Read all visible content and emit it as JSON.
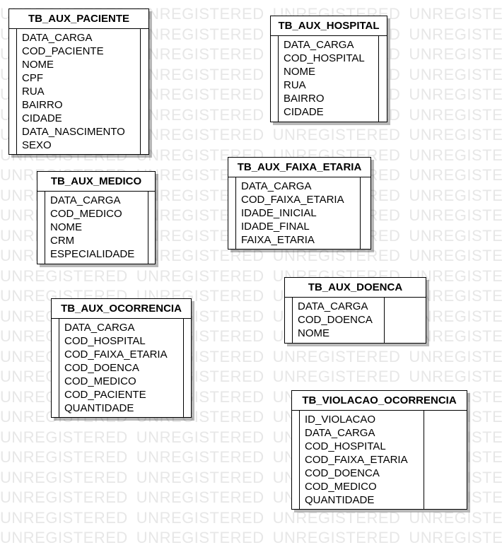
{
  "watermark_text": "UNREGISTERED",
  "tables": [
    {
      "id": "tb-aux-paciente",
      "name": "TB_AUX_PACIENTE",
      "fields": [
        "DATA_CARGA",
        "COD_PACIENTE",
        "NOME",
        "CPF",
        "RUA",
        "BAIRRO",
        "CIDADE",
        "DATA_NASCIMENTO",
        "SEXO"
      ]
    },
    {
      "id": "tb-aux-hospital",
      "name": "TB_AUX_HOSPITAL",
      "fields": [
        "DATA_CARGA",
        "COD_HOSPITAL",
        "NOME",
        "RUA",
        "BAIRRO",
        "CIDADE"
      ]
    },
    {
      "id": "tb-aux-medico",
      "name": "TB_AUX_MEDICO",
      "fields": [
        "DATA_CARGA",
        "COD_MEDICO",
        "NOME",
        "CRM",
        "ESPECIALIDADE"
      ]
    },
    {
      "id": "tb-aux-faixa-etaria",
      "name": "TB_AUX_FAIXA_ETARIA",
      "fields": [
        "DATA_CARGA",
        "COD_FAIXA_ETARIA",
        "IDADE_INICIAL",
        "IDADE_FINAL",
        "FAIXA_ETARIA"
      ]
    },
    {
      "id": "tb-aux-doenca",
      "name": "TB_AUX_DOENCA",
      "fields": [
        "DATA_CARGA",
        "COD_DOENCA",
        "NOME"
      ]
    },
    {
      "id": "tb-aux-ocorrencia",
      "name": "TB_AUX_OCORRENCIA",
      "fields": [
        "DATA_CARGA",
        "COD_HOSPITAL",
        "COD_FAIXA_ETARIA",
        "COD_DOENCA",
        "COD_MEDICO",
        "COD_PACIENTE",
        "QUANTIDADE"
      ]
    },
    {
      "id": "tb-violacao-ocorrencia",
      "name": "TB_VIOLACAO_OCORRENCIA",
      "fields": [
        "ID_VIOLACAO",
        "DATA_CARGA",
        "COD_HOSPITAL",
        "COD_FAIXA_ETARIA",
        "COD_DOENCA",
        "COD_MEDICO",
        "QUANTIDADE"
      ]
    }
  ]
}
